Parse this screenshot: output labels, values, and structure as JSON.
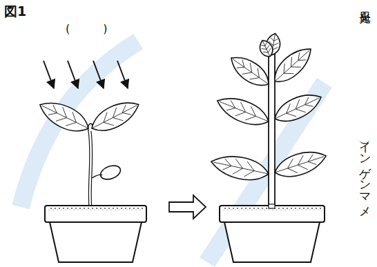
{
  "diagram": {
    "labels": [
      "図1",
      "(　　　)",
      "日光を（　　　　　　　　　　）インゲンマメ"
    ]
  }
}
